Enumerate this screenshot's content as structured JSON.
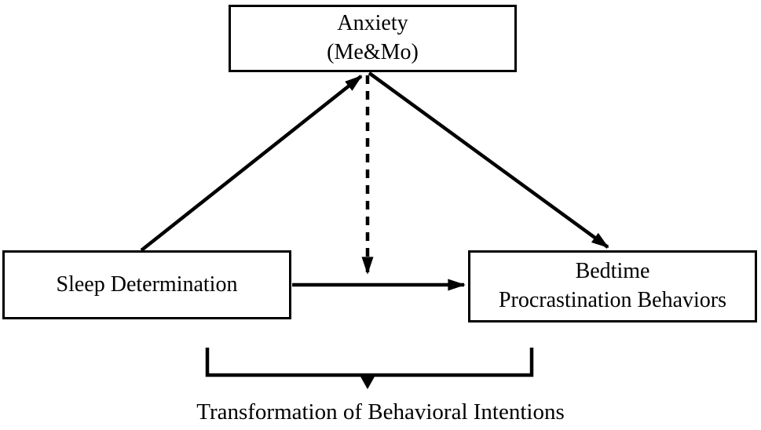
{
  "diagram": {
    "nodes": {
      "anxiety": {
        "line1": "Anxiety",
        "line2": "(Me&Mo)"
      },
      "sleep_determination": {
        "label": "Sleep Determination"
      },
      "bedtime_procrastination": {
        "line1": "Bedtime",
        "line2": "Procrastination Behaviors"
      }
    },
    "edges": [
      {
        "from": "sleep_determination",
        "to": "anxiety",
        "style": "solid",
        "arrowhead": "end"
      },
      {
        "from": "anxiety",
        "to": "bedtime_procrastination",
        "style": "solid",
        "arrowhead": "end"
      },
      {
        "from": "sleep_determination",
        "to": "bedtime_procrastination",
        "style": "solid",
        "arrowhead": "end"
      },
      {
        "from": "anxiety",
        "to": "path_sleep_determination_to_bedtime_procrastination",
        "style": "dashed",
        "arrowhead": "end"
      },
      {
        "from": "bracket_under_sleep_and_bedtime",
        "to": "caption",
        "style": "bracket",
        "arrowhead": "end"
      }
    ],
    "caption": "Transformation of Behavioral Intentions",
    "colors": {
      "line": "#000000",
      "background": "#ffffff",
      "text": "#000000"
    }
  }
}
